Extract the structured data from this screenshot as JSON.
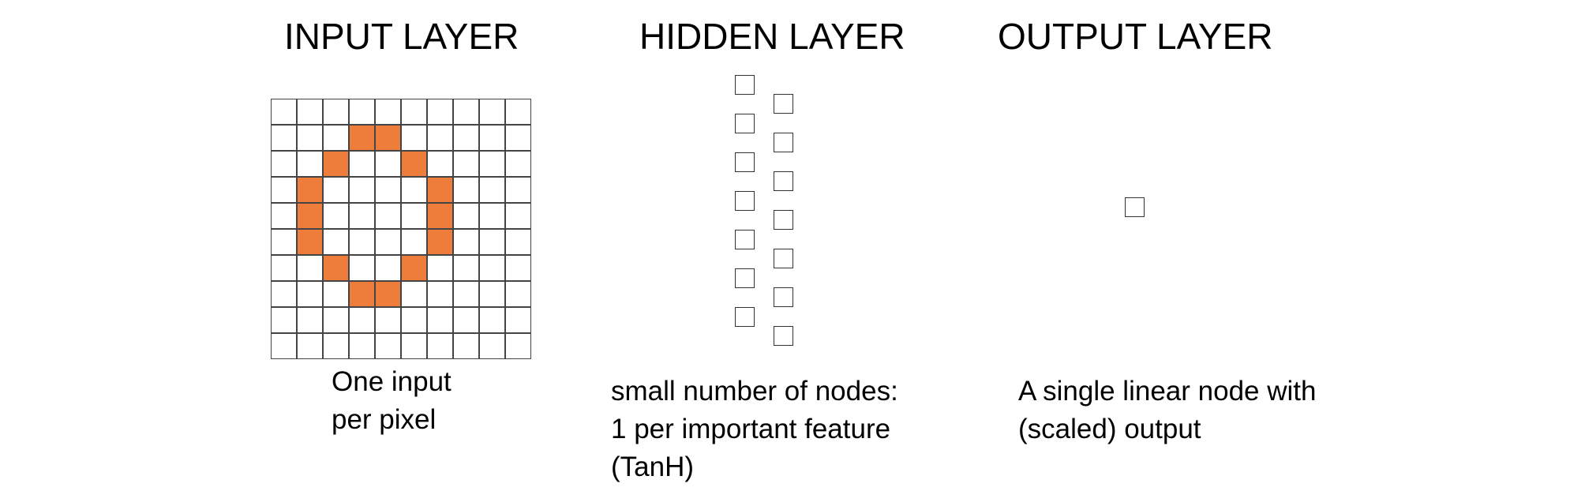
{
  "layers": {
    "input": {
      "heading": "INPUT LAYER",
      "caption_lines": [
        "One input",
        "per pixel"
      ],
      "grid": {
        "rows": 10,
        "cols": 10,
        "filled": [
          [
            1,
            3
          ],
          [
            1,
            4
          ],
          [
            2,
            2
          ],
          [
            2,
            5
          ],
          [
            3,
            1
          ],
          [
            3,
            6
          ],
          [
            4,
            1
          ],
          [
            4,
            6
          ],
          [
            5,
            1
          ],
          [
            5,
            6
          ],
          [
            6,
            2
          ],
          [
            6,
            5
          ],
          [
            7,
            3
          ],
          [
            7,
            4
          ]
        ],
        "fill_color": "#ee7d3b"
      }
    },
    "hidden": {
      "heading": "HIDDEN LAYER",
      "caption_lines": [
        "small number of nodes:",
        "1 per important feature",
        "(TanH)"
      ],
      "columns": [
        {
          "node_count": 7
        },
        {
          "node_count": 7
        }
      ]
    },
    "output": {
      "heading": "OUTPUT LAYER",
      "caption_lines": [
        "A single linear node with",
        "(scaled) output"
      ],
      "node_count": 1
    }
  }
}
